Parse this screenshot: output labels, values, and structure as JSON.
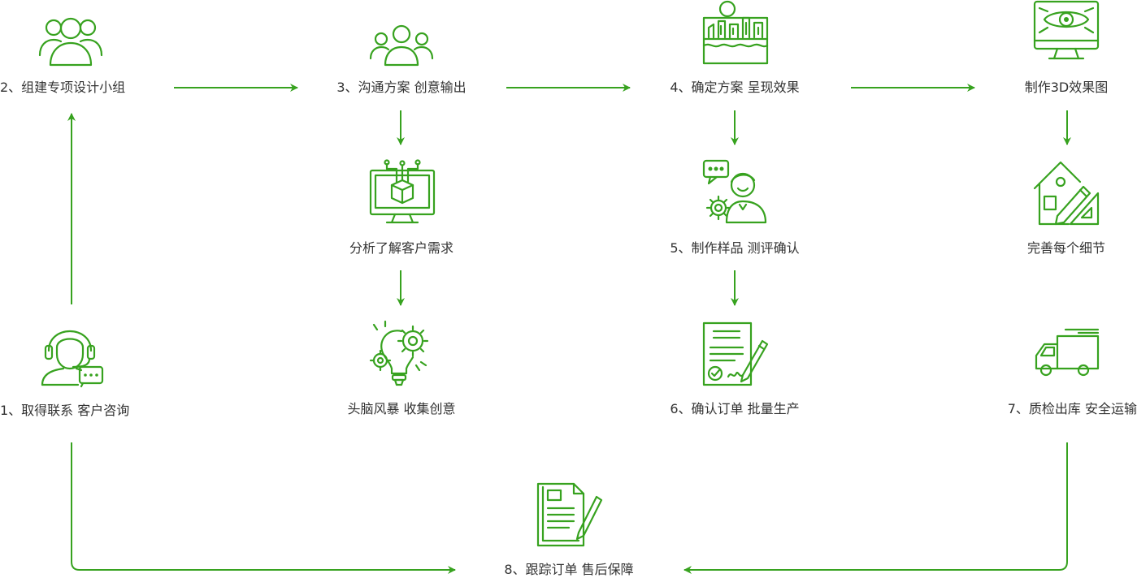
{
  "colors": {
    "accent": "#37a21f",
    "text": "#333333",
    "background": "#ffffff"
  },
  "steps": {
    "s1": {
      "label": "1、取得联系 客户咨询",
      "icon": "headset-operator-icon"
    },
    "s2": {
      "label": "2、组建专项设计小组",
      "icon": "team-icon"
    },
    "s3": {
      "label": "3、沟通方案 创意输出",
      "icon": "group-icon"
    },
    "s3a": {
      "label": "分析了解客户需求",
      "icon": "monitor-cube-icon"
    },
    "s3b": {
      "label": "头脑风暴 收集创意",
      "icon": "bulb-gears-icon"
    },
    "s4": {
      "label": "4、确定方案 呈现效果",
      "icon": "city-skyline-icon"
    },
    "s4a": {
      "label": "制作3D效果图",
      "icon": "monitor-eye-icon"
    },
    "s4b": {
      "label": "完善每个细节",
      "icon": "house-drafting-icon"
    },
    "s5": {
      "label": "5、制作样品 测评确认",
      "icon": "person-chat-gear-icon"
    },
    "s6": {
      "label": "6、确认订单 批量生产",
      "icon": "contract-pen-icon"
    },
    "s7": {
      "label": "7、质检出库 安全运输",
      "icon": "delivery-truck-icon"
    },
    "s8": {
      "label": "8、跟踪订单 售后保障",
      "icon": "document-pen-icon"
    }
  }
}
